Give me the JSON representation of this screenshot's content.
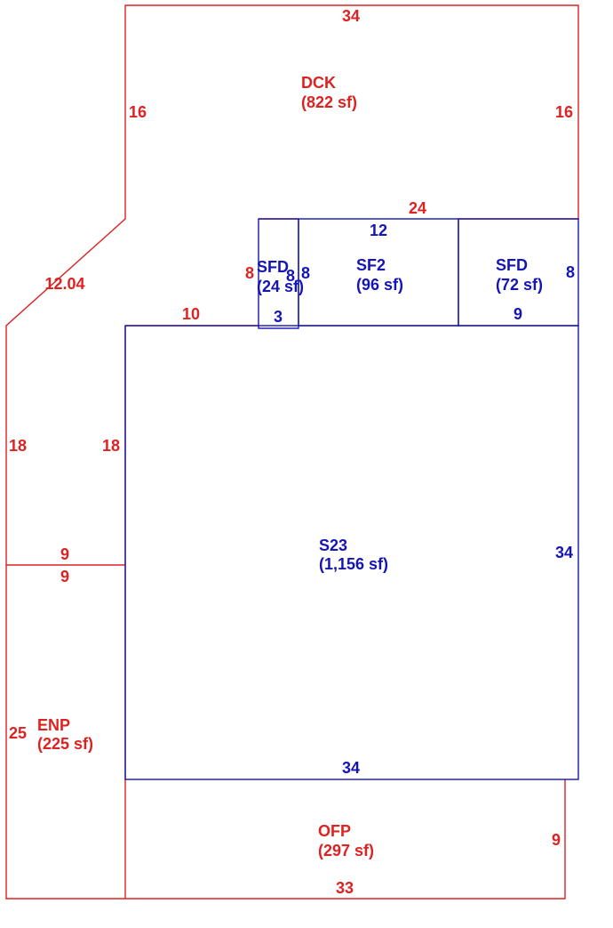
{
  "colors": {
    "red": "#dd2222",
    "blue": "#1515b5",
    "background": "#ffffff"
  },
  "areas": {
    "dck": {
      "code": "DCK",
      "area": "(822 sf)"
    },
    "sfd_small": {
      "code": "SFD",
      "area": "(24 sf)"
    },
    "sf2": {
      "code": "SF2",
      "area": "(96 sf)"
    },
    "sfd_right": {
      "code": "SFD",
      "area": "(72 sf)"
    },
    "s23": {
      "code": "S23",
      "area": "(1,156 sf)"
    },
    "enp": {
      "code": "ENP",
      "area": "(225 sf)"
    },
    "ofp": {
      "code": "OFP",
      "area": "(297 sf)"
    }
  },
  "dimensions": {
    "dck_top": "34",
    "dck_left": "16",
    "dck_right": "16",
    "dck_bottom_right": "24",
    "diagonal": "12.04",
    "dck_bottom_left": "10",
    "sfd_small_left": "8",
    "sfd_small_right": "8",
    "sfd_small_bottom": "3",
    "sf2_left": "8",
    "sf2_top": "12",
    "sfd_right_right": "8",
    "sfd_right_bottom": "9",
    "enp_left_upper": "18",
    "enp_right_upper": "18",
    "enp_mid_top": "9",
    "enp_mid_bottom": "9",
    "enp_left_lower": "25",
    "s23_right": "34",
    "s23_bottom": "34",
    "ofp_right": "9",
    "ofp_bottom": "33"
  }
}
